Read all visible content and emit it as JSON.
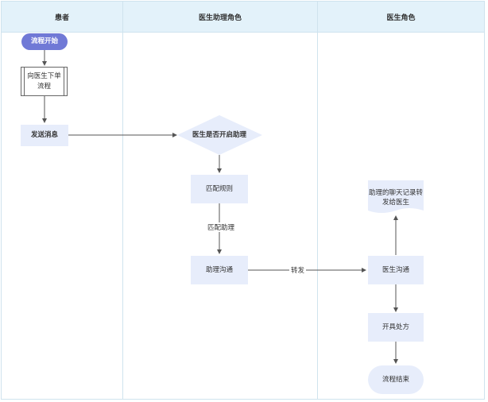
{
  "lanes": {
    "patient": "患者",
    "assistant": "医生助理角色",
    "doctor": "医生角色"
  },
  "nodes": {
    "start": "流程开始",
    "order": "向医生下单\n流程",
    "send": "发送消息",
    "decision": "医生是否开启助理",
    "rule": "匹配规则",
    "assist_comm": "助理沟通",
    "forward_doc": "助理的聊天记录转\n发给医生",
    "doc_comm": "医生沟通",
    "prescribe": "开具处方",
    "end": "流程结束"
  },
  "edges": {
    "match_label": "匹配助理",
    "forward_label": "转发"
  },
  "colors": {
    "lane_header": "#e3f2fa",
    "node_fill": "#e7edfb",
    "start_fill": "#7079d6",
    "line": "#555555"
  }
}
